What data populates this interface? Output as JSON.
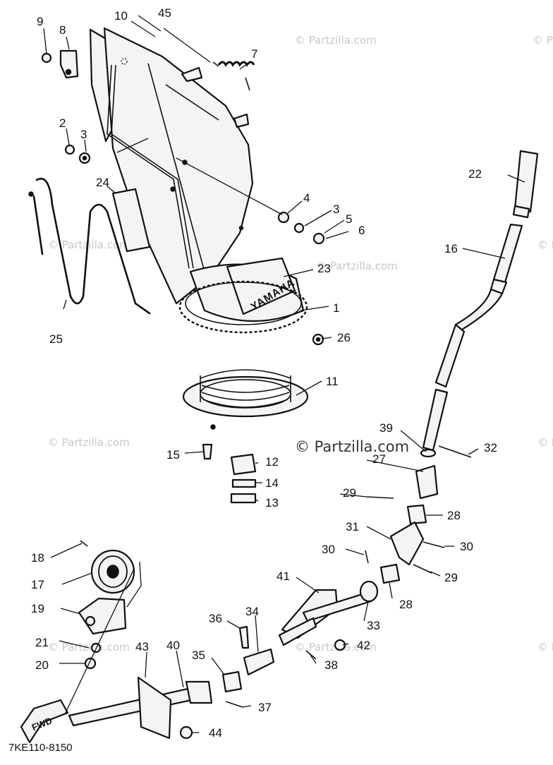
{
  "diagram": {
    "drawing_code": "7KE110-8150",
    "brand_mark": "YAMAHA",
    "direction_label": "FWD",
    "watermark_text": "© Partzilla.com",
    "center_watermark": "© Partzilla.com",
    "part_callouts": [
      {
        "id": "p9",
        "label": "9"
      },
      {
        "id": "p8",
        "label": "8"
      },
      {
        "id": "p10",
        "label": "10"
      },
      {
        "id": "p45",
        "label": "45"
      },
      {
        "id": "p7",
        "label": "7"
      },
      {
        "id": "p2",
        "label": "2"
      },
      {
        "id": "p3a",
        "label": "3"
      },
      {
        "id": "p24",
        "label": "24"
      },
      {
        "id": "p22",
        "label": "22"
      },
      {
        "id": "p4",
        "label": "4"
      },
      {
        "id": "p3b",
        "label": "3"
      },
      {
        "id": "p5",
        "label": "5"
      },
      {
        "id": "p6",
        "label": "6"
      },
      {
        "id": "p16",
        "label": "16"
      },
      {
        "id": "p23",
        "label": "23"
      },
      {
        "id": "p1",
        "label": "1"
      },
      {
        "id": "p25",
        "label": "25"
      },
      {
        "id": "p26",
        "label": "26"
      },
      {
        "id": "p11",
        "label": "11"
      },
      {
        "id": "p39",
        "label": "39"
      },
      {
        "id": "p32",
        "label": "32"
      },
      {
        "id": "p15",
        "label": "15"
      },
      {
        "id": "p12",
        "label": "12"
      },
      {
        "id": "p27",
        "label": "27"
      },
      {
        "id": "p14",
        "label": "14"
      },
      {
        "id": "p29a",
        "label": "29"
      },
      {
        "id": "p13",
        "label": "13"
      },
      {
        "id": "p28a",
        "label": "28"
      },
      {
        "id": "p31",
        "label": "31"
      },
      {
        "id": "p30a",
        "label": "30"
      },
      {
        "id": "p30b",
        "label": "30"
      },
      {
        "id": "p18",
        "label": "18"
      },
      {
        "id": "p29b",
        "label": "29"
      },
      {
        "id": "p17",
        "label": "17"
      },
      {
        "id": "p41",
        "label": "41"
      },
      {
        "id": "p28b",
        "label": "28"
      },
      {
        "id": "p19",
        "label": "19"
      },
      {
        "id": "p36",
        "label": "36"
      },
      {
        "id": "p34",
        "label": "34"
      },
      {
        "id": "p33",
        "label": "33"
      },
      {
        "id": "p21",
        "label": "21"
      },
      {
        "id": "p42",
        "label": "42"
      },
      {
        "id": "p43",
        "label": "43"
      },
      {
        "id": "p40",
        "label": "40"
      },
      {
        "id": "p35",
        "label": "35"
      },
      {
        "id": "p20",
        "label": "20"
      },
      {
        "id": "p38",
        "label": "38"
      },
      {
        "id": "p37",
        "label": "37"
      },
      {
        "id": "p44",
        "label": "44"
      }
    ]
  }
}
